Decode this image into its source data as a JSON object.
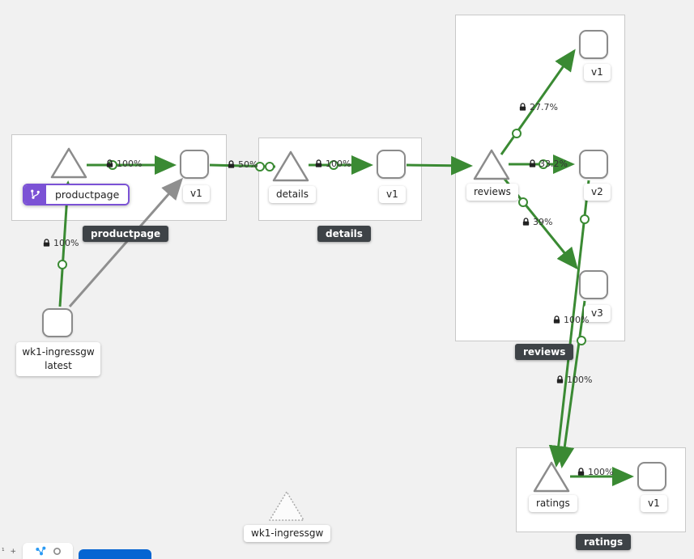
{
  "groups": [
    {
      "id": "productpage",
      "badge": "productpage"
    },
    {
      "id": "details",
      "badge": "details"
    },
    {
      "id": "reviews",
      "badge": "reviews"
    },
    {
      "id": "ratings",
      "badge": "ratings"
    }
  ],
  "selected": {
    "label": "productpage",
    "badge_icon": "code-branch-icon"
  },
  "nodes": {
    "productpage_service": "productpage",
    "productpage_v1": "v1",
    "details_service": "details",
    "details_v1": "v1",
    "reviews_service": "reviews",
    "reviews_v1": "v1",
    "reviews_v2": "v2",
    "reviews_v3": "v3",
    "ratings_service": "ratings",
    "ratings_v1": "v1",
    "ingress_line1": "wk1-ingressgw",
    "ingress_line2": "latest",
    "idle_gateway": "wk1-ingressgw"
  },
  "edges": [
    {
      "from": "wk1-ingressgw",
      "to": "productpage",
      "label": "100%",
      "secure": true,
      "color": "green"
    },
    {
      "from": "wk1-ingressgw",
      "to": "productpage v1",
      "label": "",
      "secure": false,
      "color": "gray"
    },
    {
      "from": "productpage",
      "to": "productpage v1",
      "label": "100%",
      "secure": true,
      "color": "green"
    },
    {
      "from": "productpage v1",
      "to": "details",
      "label": "50%",
      "secure": true,
      "color": "green"
    },
    {
      "from": "details",
      "to": "details v1",
      "label": "100%",
      "secure": true,
      "color": "green"
    },
    {
      "from": "details v1",
      "to": "reviews",
      "label": "",
      "secure": false,
      "color": "green"
    },
    {
      "from": "reviews",
      "to": "reviews v1",
      "label": "27.7%",
      "secure": true,
      "color": "green"
    },
    {
      "from": "reviews",
      "to": "reviews v2",
      "label": "33.2%",
      "secure": true,
      "color": "green"
    },
    {
      "from": "reviews",
      "to": "reviews v3",
      "label": "39%",
      "secure": true,
      "color": "green"
    },
    {
      "from": "reviews v2",
      "to": "ratings",
      "label": "100%",
      "secure": true,
      "color": "green"
    },
    {
      "from": "reviews v3",
      "to": "ratings",
      "label": "100%",
      "secure": true,
      "color": "green"
    },
    {
      "from": "ratings",
      "to": "ratings v1",
      "label": "100%",
      "secure": true,
      "color": "green"
    }
  ],
  "colors": {
    "edge_green": "#3a8a33",
    "edge_gray": "#8f8f8f",
    "selected_purple": "#7b52d5",
    "badge_bg": "#3e4347",
    "button_blue": "#0665d2",
    "background": "#f1f1f1"
  }
}
